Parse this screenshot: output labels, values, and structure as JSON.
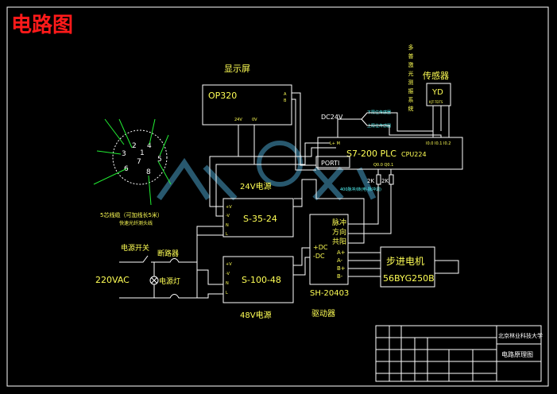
{
  "title": "电路图",
  "labels": {
    "display": "显示屏",
    "op320": "OP320",
    "plc": "S7-200 PLC",
    "cpu": "CPU224",
    "porti": "PORTI",
    "dc24v": "DC24V",
    "sensor": "传感器",
    "yd": "YD",
    "vertical_text": "多普激光测振系统",
    "ps24_name": "24V电源",
    "ps24_model": "S-35-24",
    "ps48_model": "S-100-48",
    "ps48_name": "48V电源",
    "ac": "220VAC",
    "switch": "电源开关",
    "breaker": "断路器",
    "lamp": "电源灯",
    "cable": "5芯线缆（可加线长5米）",
    "cable_sub": "快速光纤测头线",
    "driver_model": "SH-20403",
    "driver_name": "驱动器",
    "motor_name": "步进电机",
    "motor_model": "56BYG250B",
    "drv_pulse": "脉冲",
    "drv_dir": "方向",
    "drv_common": "共阳",
    "drv_dcp": "+DC",
    "drv_dcm": "-DC",
    "r1": "2K",
    "r2": "2K",
    "tb_school": "北京林业科技大学",
    "tb_drawing": "电路原理图"
  },
  "connector_pins": [
    "1",
    "2",
    "3",
    "4",
    "5",
    "6",
    "7",
    "8"
  ],
  "colors": {
    "background": "#000000",
    "title": "#ff1a1a",
    "line": "#ffffff",
    "label": "#ffff55",
    "wire": "#22ee33",
    "watermark": "#4aa0c8"
  }
}
